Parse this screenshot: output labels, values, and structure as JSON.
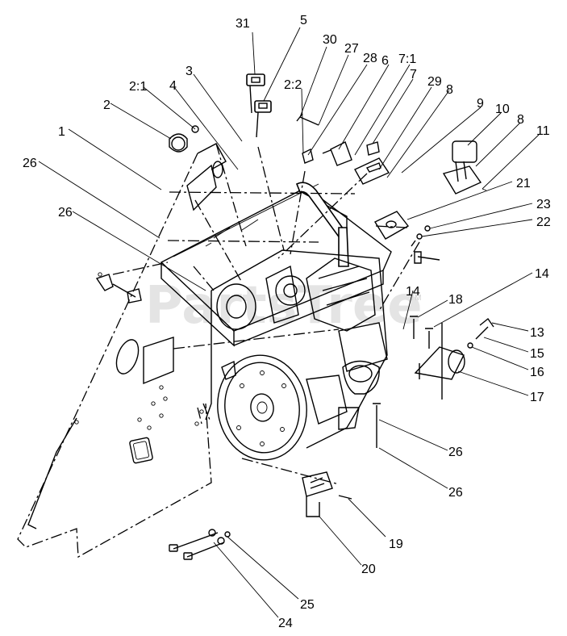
{
  "watermark": "PartsTree",
  "trademark": "TM",
  "callouts": [
    {
      "id": "31",
      "text": "31"
    },
    {
      "id": "5",
      "text": "5"
    },
    {
      "id": "30",
      "text": "30"
    },
    {
      "id": "27",
      "text": "27"
    },
    {
      "id": "28",
      "text": "28"
    },
    {
      "id": "6",
      "text": "6"
    },
    {
      "id": "7_1",
      "text": "7:1"
    },
    {
      "id": "7",
      "text": "7"
    },
    {
      "id": "29",
      "text": "29"
    },
    {
      "id": "8a",
      "text": "8"
    },
    {
      "id": "2_2",
      "text": "2:2"
    },
    {
      "id": "3",
      "text": "3"
    },
    {
      "id": "2_1",
      "text": "2:1"
    },
    {
      "id": "4",
      "text": "4"
    },
    {
      "id": "2",
      "text": "2"
    },
    {
      "id": "9",
      "text": "9"
    },
    {
      "id": "10",
      "text": "10"
    },
    {
      "id": "8b",
      "text": "8"
    },
    {
      "id": "11",
      "text": "11"
    },
    {
      "id": "1",
      "text": "1"
    },
    {
      "id": "26a",
      "text": "26"
    },
    {
      "id": "21",
      "text": "21"
    },
    {
      "id": "23",
      "text": "23"
    },
    {
      "id": "22",
      "text": "22"
    },
    {
      "id": "26b",
      "text": "26"
    },
    {
      "id": "14a",
      "text": "14"
    },
    {
      "id": "14b",
      "text": "14"
    },
    {
      "id": "18",
      "text": "18"
    },
    {
      "id": "13",
      "text": "13"
    },
    {
      "id": "15",
      "text": "15"
    },
    {
      "id": "16",
      "text": "16"
    },
    {
      "id": "17",
      "text": "17"
    },
    {
      "id": "26c",
      "text": "26"
    },
    {
      "id": "26d",
      "text": "26"
    },
    {
      "id": "19",
      "text": "19"
    },
    {
      "id": "20",
      "text": "20"
    },
    {
      "id": "25",
      "text": "25"
    },
    {
      "id": "24",
      "text": "24"
    }
  ]
}
